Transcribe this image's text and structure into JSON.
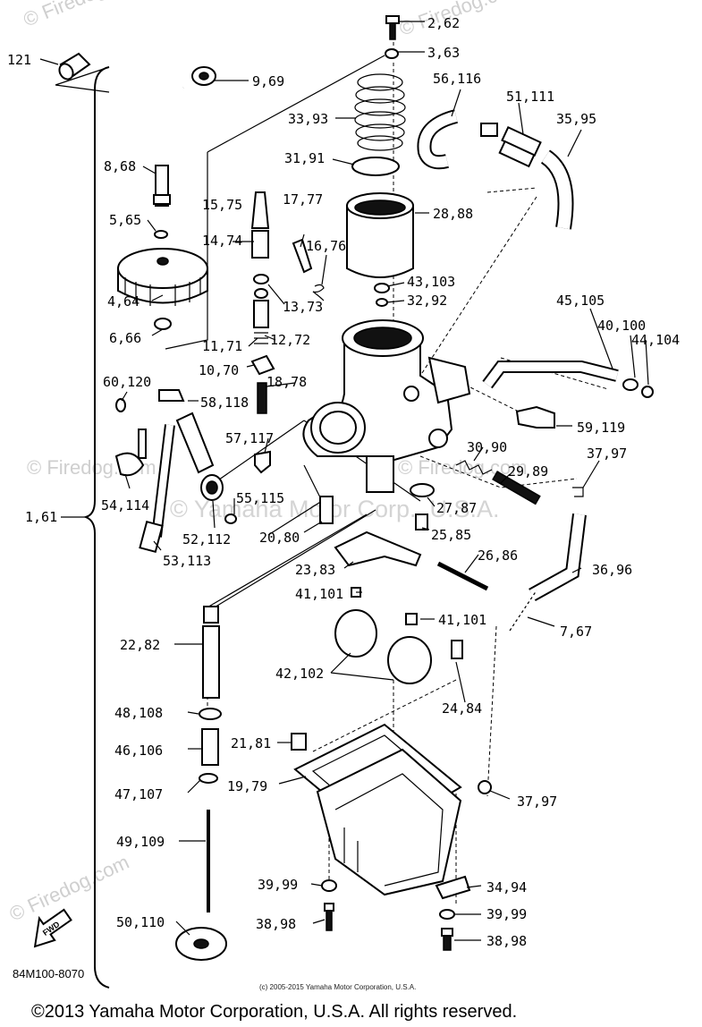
{
  "labels": {
    "l_2_62": "2,62",
    "l_3_63": "3,63",
    "l_121": "121",
    "l_9_69": "9,69",
    "l_56_116": "56,116",
    "l_51_111": "51,111",
    "l_35_95": "35,95",
    "l_33_93": "33,93",
    "l_31_91": "31,91",
    "l_8_68": "8,68",
    "l_15_75": "15,75",
    "l_17_77": "17,77",
    "l_28_88": "28,88",
    "l_5_65": "5,65",
    "l_14_74": "14,74",
    "l_16_76": "16,76",
    "l_43_103": "43,103",
    "l_32_92": "32,92",
    "l_13_73": "13,73",
    "l_45_105": "45,105",
    "l_4_64": "4,64",
    "l_40_100": "40,100",
    "l_12_72": "12,72",
    "l_44_104": "44,104",
    "l_6_66": "6,66",
    "l_11_71": "11,71",
    "l_10_70": "10,70",
    "l_60_120": "60,120",
    "l_18_78": "18,78",
    "l_58_118": "58,118",
    "l_59_119": "59,119",
    "l_57_117": "57,117",
    "l_30_90": "30,90",
    "l_37_97a": "37,97",
    "l_29_89": "29,89",
    "l_1_61": "1,61",
    "l_55_115": "55,115",
    "l_54_114": "54,114",
    "l_27_87": "27,87",
    "l_52_112": "52,112",
    "l_20_80": "20,80",
    "l_25_85": "25,85",
    "l_53_113": "53,113",
    "l_26_86": "26,86",
    "l_23_83": "23,83",
    "l_36_96": "36,96",
    "l_41_101a": "41,101",
    "l_41_101b": "41,101",
    "l_7_67": "7,67",
    "l_22_82": "22,82",
    "l_42_102": "42,102",
    "l_24_84": "24,84",
    "l_48_108": "48,108",
    "l_21_81": "21,81",
    "l_46_106": "46,106",
    "l_19_79": "19,79",
    "l_47_107": "47,107",
    "l_37_97b": "37,97",
    "l_49_109": "49,109",
    "l_39_99a": "39,99",
    "l_34_94": "34,94",
    "l_39_99b": "39,99",
    "l_38_98a": "38,98",
    "l_50_110": "50,110",
    "l_38_98b": "38,98"
  },
  "diagram_code": "84M100-8070",
  "fwd_label": "FWD",
  "small_copyright": "(c) 2005-2015 Yamaha Motor Corporation, U.S.A.",
  "watermarks": {
    "w1": "© Firedog.com",
    "w2": "© Firedog.com",
    "w3": "© Firedog.com",
    "w4": "© Firedog.com",
    "w5": "© Firedog.com",
    "w_main": "© Yamaha Motor Corp., U.S.A."
  },
  "footer": "©2013 Yamaha Motor Corporation, U.S.A. All rights reserved."
}
